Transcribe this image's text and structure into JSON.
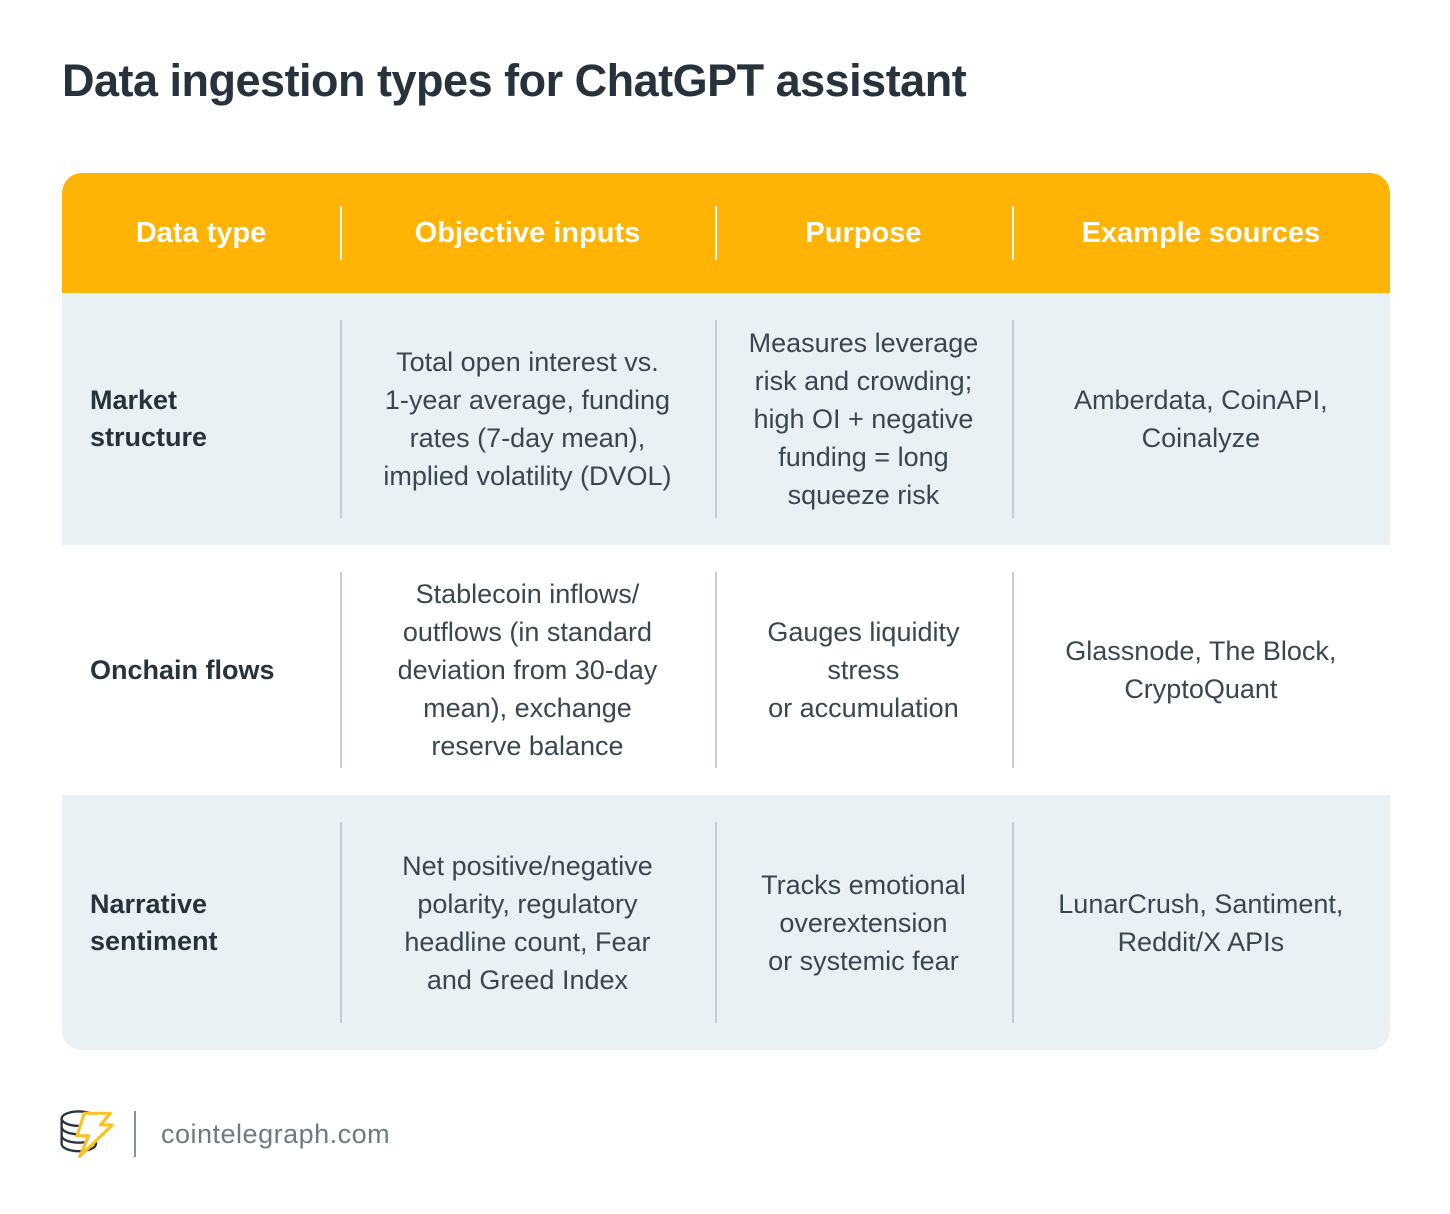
{
  "title": "Data ingestion types for ChatGPT assistant",
  "colors": {
    "header_bg": "#FFB405",
    "row_alt_bg": "#E9F1F4",
    "header_text": "#FFFFFF",
    "title_text": "#26323C",
    "body_text": "#3A4750",
    "label_text": "#26323C",
    "divider": "#C2CED5",
    "footer_text": "#6E7A83",
    "footer_divider": "#8A949B",
    "logo_yellow": "#FBC11E",
    "logo_dark": "#2A353D"
  },
  "table": {
    "headers": [
      "Data type",
      "Objective inputs",
      "Purpose",
      "Example sources"
    ],
    "rows": [
      {
        "label": "Market\nstructure",
        "inputs": "Total open interest vs.\n1-year average, funding\nrates (7-day mean),\nimplied volatility (DVOL)",
        "purpose": "Measures leverage\nrisk and crowding;\nhigh OI + negative\nfunding = long\nsqueeze risk",
        "sources": "Amberdata, CoinAPI,\nCoinalyze"
      },
      {
        "label": "Onchain flows",
        "inputs": "Stablecoin inflows/\noutflows (in standard\ndeviation from 30-day\nmean), exchange\nreserve balance",
        "purpose": "Gauges liquidity\nstress\nor accumulation",
        "sources": "Glassnode, The Block,\nCryptoQuant"
      },
      {
        "label": "Narrative\nsentiment",
        "inputs": "Net positive/negative\npolarity, regulatory\nheadline count, Fear\nand Greed Index",
        "purpose": "Tracks emotional\noverextension\nor systemic fear",
        "sources": "LunarCrush, Santiment,\nReddit/X APIs"
      }
    ]
  },
  "footer": {
    "logo_icon": "cointelegraph-coin-bolt-logo",
    "site": "cointelegraph.com"
  }
}
